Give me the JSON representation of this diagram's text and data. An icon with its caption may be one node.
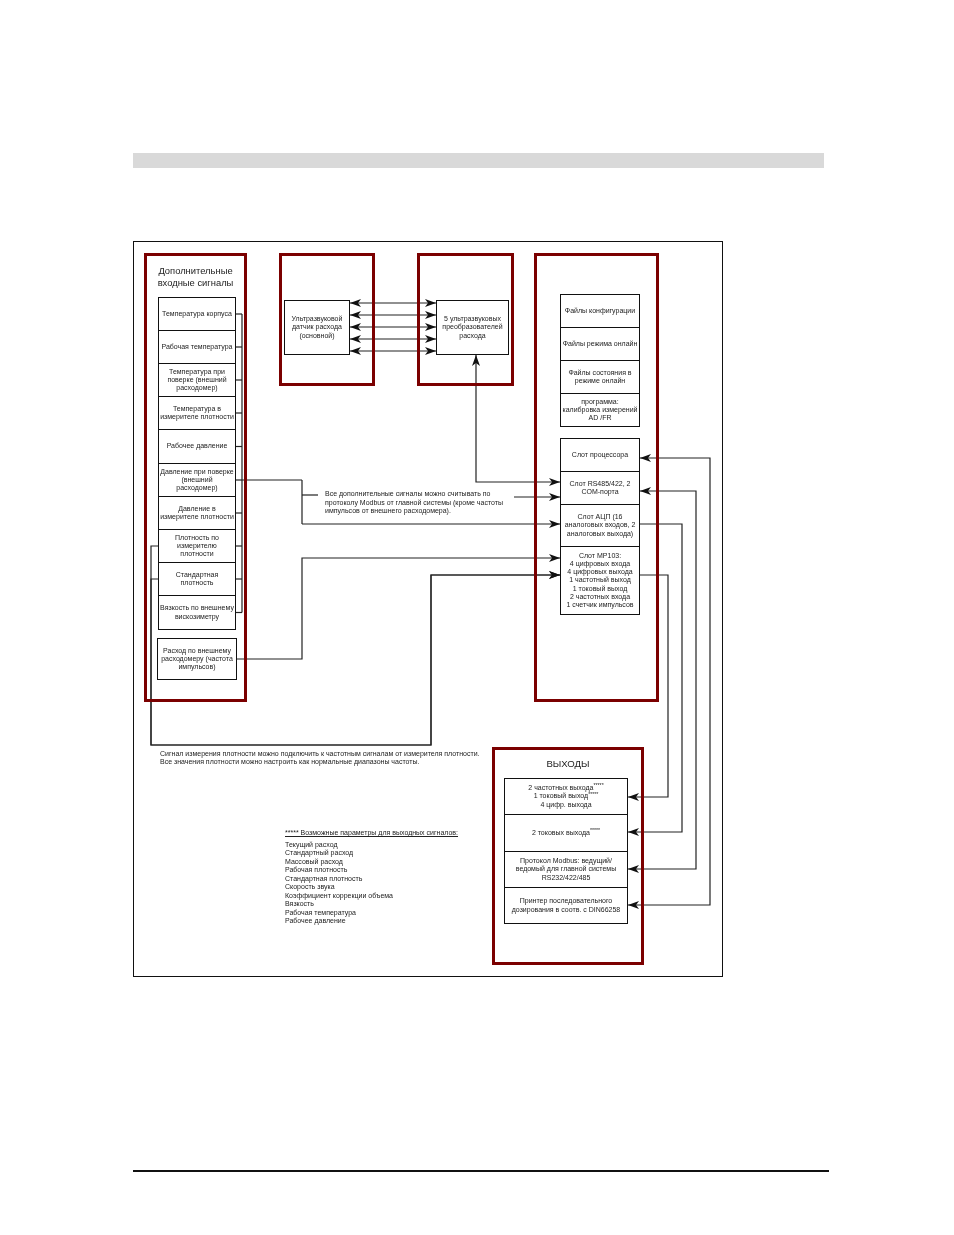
{
  "diagram": {
    "nodes": [
      {
        "text": [
          "Дополнительные входные сигналы"
        ]
      },
      {
        "text": [
          "Температура корпуса"
        ],
        "in": 0
      },
      {
        "text": [
          "Рабочая температура"
        ],
        "in": 0
      },
      {
        "text": [
          "Температура при поверке (внешний расходомер)"
        ],
        "in": 0
      },
      {
        "text": [
          "Температура в измерителе плотности"
        ],
        "in": 0
      },
      {
        "text": [
          "Рабочее давление"
        ],
        "in": 0
      },
      {
        "text": [
          "Давление при поверке (внешний расходомер)"
        ],
        "in": 0
      },
      {
        "text": [
          "Давление в измерителе плотности"
        ],
        "in": 0
      },
      {
        "text": [
          "Плотность по измерителю плотности"
        ],
        "in": 0
      },
      {
        "text": [
          "Стандартная плотность"
        ],
        "in": 0
      },
      {
        "text": [
          "Вязкость по внешнему вискозиметру"
        ],
        "in": 0
      },
      {
        "text": [
          "Расход по внешнему расходомеру (частота импульсов)"
        ],
        "in": 0
      },
      {
        "text": [],
        "shape": "box"
      },
      {
        "text": [
          "Ультразвуковой датчик расхода (основной)"
        ],
        "in": 12
      },
      {
        "text": [],
        "shape": "box"
      },
      {
        "text": [
          "5 ультразвуковых преобразователей расхода"
        ],
        "in": 14
      },
      {
        "text": [],
        "shape": "box"
      },
      {
        "text": [
          "Файлы конфигурации"
        ],
        "in": 16
      },
      {
        "text": [
          "Файлы режима онлайн"
        ],
        "in": 16
      },
      {
        "text": [
          "Файлы состояния в режиме онлайн"
        ],
        "in": 16
      },
      {
        "text": [
          "программа: калибровка измерений AD /FR"
        ],
        "in": 16
      },
      {
        "text": [
          "Слот процессора"
        ],
        "in": 16
      },
      {
        "text": [
          "Слот RS485/422, 2 COM-порта"
        ],
        "in": 16
      },
      {
        "text": [
          "Слот АЦП (16 аналоговых входов, 2 аналоговых выхода)"
        ],
        "in": 16
      },
      {
        "text": [
          "Слот MP103:",
          "4 цифровых входа",
          "4 цифровых выхода",
          "1 частотный выход",
          "1 токовый выход",
          "2 частотных входа",
          "1 счетчик импульсов"
        ],
        "in": 16
      },
      {
        "text": [
          "ВЫХОДЫ"
        ]
      },
      {
        "text": [
          "2 частотных выхода$^{*****}$",
          "1 токовый выход$^{*****}$",
          "4 цифр. выхода"
        ],
        "in": 25
      },
      {
        "text": [
          "2 токовых выхода$^{*****}$"
        ],
        "in": 25
      },
      {
        "text": [
          "Протокол Modbus: ведущий/ведомый для главной системы RS232/422/485"
        ],
        "in": 25
      },
      {
        "text": [
          "Принтер последовательного дозирования в соотв. с DIN66258"
        ],
        "in": 25
      },
      {
        "text": [
          "Все дополнительные сигналы можно считывать по протоколу Modbus от главной системы (кроме частоты импульсов от внешнего расходомера)."
        ]
      }
    ],
    "edges": [
      {
        "from": 13,
        "to": 15,
        "arrow": "both"
      },
      {
        "from": 13,
        "to": 15,
        "arrow": "both"
      },
      {
        "from": 13,
        "to": 15,
        "arrow": "both"
      },
      {
        "from": 13,
        "to": 15,
        "arrow": "both"
      },
      {
        "from": 13,
        "to": 15,
        "arrow": "both"
      },
      {
        "from": 15,
        "to": 22,
        "arrow": "both"
      },
      {
        "from": 1,
        "to": 23,
        "arrow": "to"
      },
      {
        "from": 2,
        "to": 23,
        "arrow": "to"
      },
      {
        "from": 3,
        "to": 23,
        "arrow": "to"
      },
      {
        "from": 4,
        "to": 23,
        "arrow": "to"
      },
      {
        "from": 5,
        "to": 23,
        "arrow": "to"
      },
      {
        "from": 6,
        "to": 23,
        "arrow": "to"
      },
      {
        "from": 7,
        "to": 23,
        "arrow": "to"
      },
      {
        "from": 8,
        "to": 23,
        "arrow": "to"
      },
      {
        "from": 9,
        "to": 23,
        "arrow": "to"
      },
      {
        "from": 10,
        "to": 23,
        "arrow": "to"
      },
      {
        "from": 1,
        "to": 30,
        "arrow": "none"
      },
      {
        "from": 2,
        "to": 30,
        "arrow": "none"
      },
      {
        "from": 3,
        "to": 30,
        "arrow": "none"
      },
      {
        "from": 4,
        "to": 30,
        "arrow": "none"
      },
      {
        "from": 5,
        "to": 30,
        "arrow": "none"
      },
      {
        "from": 6,
        "to": 30,
        "arrow": "none"
      },
      {
        "from": 7,
        "to": 30,
        "arrow": "none"
      },
      {
        "from": 8,
        "to": 30,
        "arrow": "none"
      },
      {
        "from": 9,
        "to": 30,
        "arrow": "none"
      },
      {
        "from": 10,
        "to": 30,
        "arrow": "none"
      },
      {
        "from": 30,
        "to": 22,
        "arrow": "to"
      },
      {
        "from": 11,
        "to": 24,
        "arrow": "to"
      },
      {
        "from": 8,
        "to": 24,
        "arrow": "to"
      },
      {
        "from": 9,
        "to": 24,
        "arrow": "to"
      },
      {
        "from": 21,
        "to": 29,
        "arrow": "both"
      },
      {
        "from": 22,
        "to": 28,
        "arrow": "both"
      },
      {
        "from": 23,
        "to": 27,
        "arrow": "to"
      },
      {
        "from": 24,
        "to": 26,
        "arrow": "to"
      }
    ],
    "labels": [
      "Сигнал измерения плотности можно подключить к частотным сигналам от измерителя плотности. Все значения плотности можно настроить как нормальные диапазоны частоты.",
      "***** Возможные параметры для выходных сигналов:",
      "Текущий расход",
      "Стандартный расход",
      "Массовый расход",
      "Рабочая плотность",
      "Стандартная плотность",
      "Скорость звука",
      "Коэффициент коррекции объема",
      "Вязкость",
      "Рабочая температура",
      "Рабочее давление"
    ]
  }
}
